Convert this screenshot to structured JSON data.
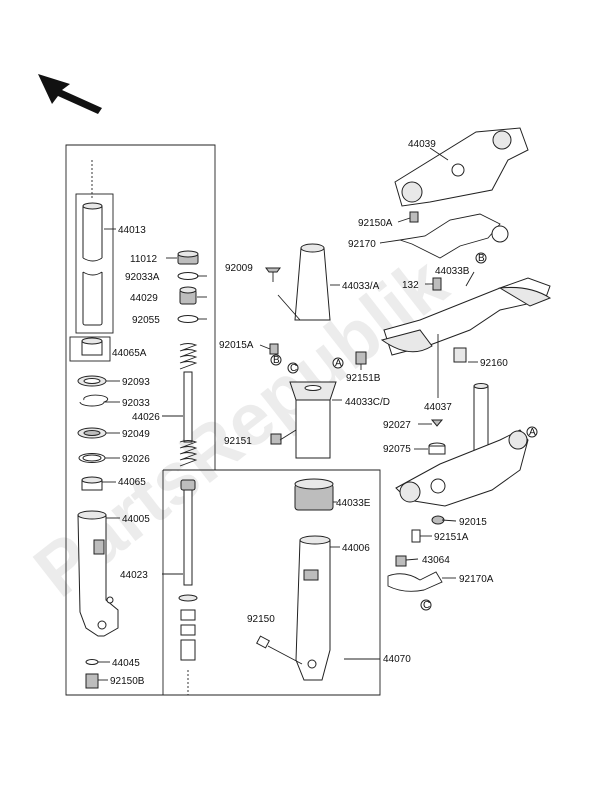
{
  "watermark": "PartsRepublik",
  "parts": {
    "p44039": "44039",
    "p92150A": "92150A",
    "p92170": "92170",
    "p92009": "92009",
    "p44033A": "44033/A",
    "p44033B": "44033B",
    "p132": "132",
    "p92015A": "92015A",
    "p92160": "92160",
    "p92151B": "92151B",
    "p44033CD": "44033C/D",
    "p44037": "44037",
    "p92027": "92027",
    "p92151": "92151",
    "p92075": "92075",
    "p92015": "92015",
    "p92151A": "92151A",
    "p43064": "43064",
    "p92170A": "92170A",
    "p44033E": "44033E",
    "p44006": "44006",
    "p92150": "92150",
    "p44070": "44070",
    "p44013": "44013",
    "p11012": "11012",
    "p92033A": "92033A",
    "p44029": "44029",
    "p92055": "92055",
    "p44065A": "44065A",
    "p92093": "92093",
    "p92033": "92033",
    "p44026": "44026",
    "p92049": "92049",
    "p92026": "92026",
    "p44065": "44065",
    "p44005": "44005",
    "p44023": "44023",
    "p44045": "44045",
    "p92150B": "92150B"
  },
  "refs": {
    "A": "A",
    "B": "B",
    "C": "C"
  }
}
